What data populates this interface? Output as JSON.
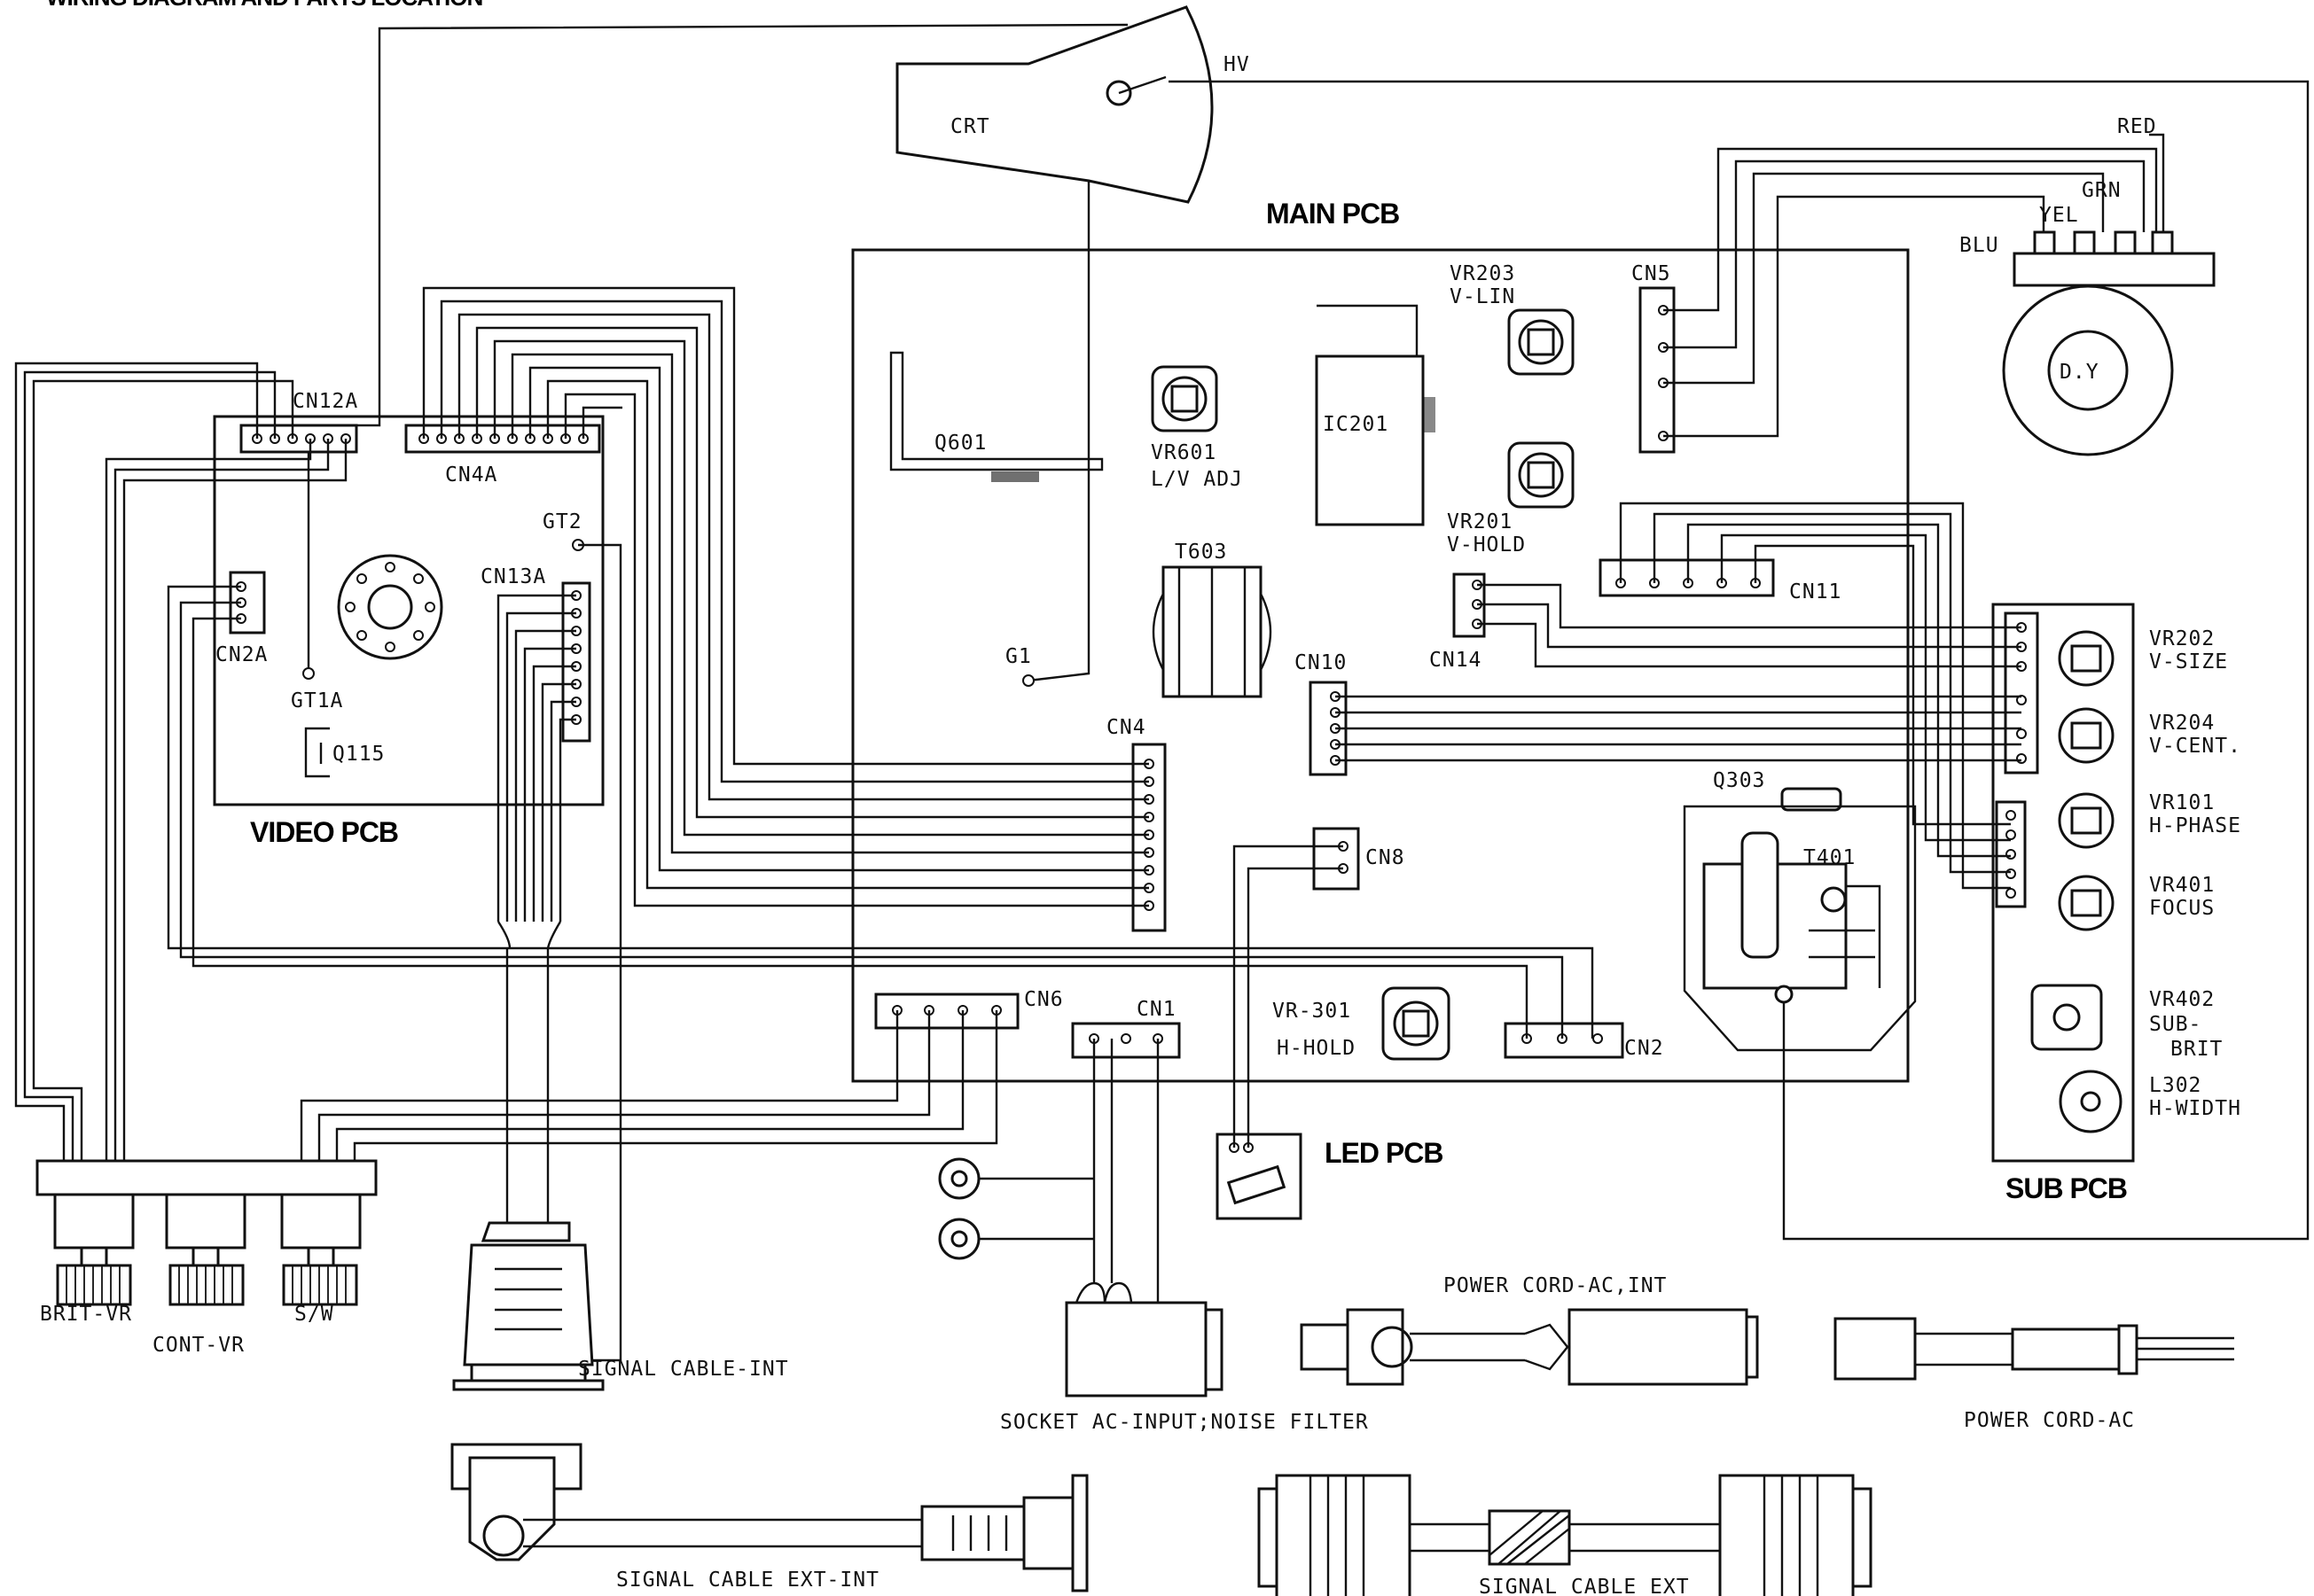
{
  "header": {
    "title": "WIRING DIAGRAM AND PARTS LOCATION"
  },
  "boards": {
    "main": "MAIN PCB",
    "video": "VIDEO PCB",
    "led": "LED PCB",
    "sub": "SUB PCB"
  },
  "crt": {
    "name": "CRT",
    "hv": "HV"
  },
  "dy": {
    "name": "D.Y",
    "blu": "BLU",
    "yel": "YEL",
    "grn": "GRN",
    "red": "RED"
  },
  "main_parts": {
    "vr203": "VR203",
    "vr203_fn": "V-LIN",
    "cn5": "CN5",
    "q601": "Q601",
    "vr601": "VR601",
    "vr601_fn": "L/V ADJ",
    "ic201": "IC201",
    "vr201": "VR201",
    "vr201_fn": "V-HOLD",
    "t603": "T603",
    "cn11": "CN11",
    "cn14": "CN14",
    "cn10": "CN10",
    "g1": "G1",
    "cn4": "CN4",
    "q303": "Q303",
    "t401": "T401",
    "cn8": "CN8",
    "cn6": "CN6",
    "cn1": "CN1",
    "vr301": "VR-301",
    "vr301_fn": "H-HOLD",
    "cn2": "CN2"
  },
  "video_parts": {
    "cn12a": "CN12A",
    "cn4a": "CN4A",
    "gt2": "GT2",
    "cn13a": "CN13A",
    "cn2a": "CN2A",
    "gt1a": "GT1A",
    "q115": "Q115"
  },
  "sub_parts": [
    {
      "ref": "VR202",
      "fn": "V-SIZE"
    },
    {
      "ref": "VR204",
      "fn": "V-CENT."
    },
    {
      "ref": "VR101",
      "fn": "H-PHASE"
    },
    {
      "ref": "VR401",
      "fn": "FOCUS"
    },
    {
      "ref": "VR402",
      "fn": "SUB-",
      "fn2": "BRIT"
    },
    {
      "ref": "L302",
      "fn": "H-WIDTH"
    }
  ],
  "controls": {
    "brit": "BRIT-VR",
    "cont": "CONT-VR",
    "sw": "S/W"
  },
  "cables": {
    "signal_int": "SIGNAL CABLE-INT",
    "socket": "SOCKET AC-INPUT;NOISE FILTER",
    "power_int": "POWER CORD-AC,INT",
    "power_ac": "POWER CORD-AC",
    "signal_ext_int": "SIGNAL CABLE EXT-INT",
    "signal_ext": "SIGNAL CABLE EXT"
  }
}
